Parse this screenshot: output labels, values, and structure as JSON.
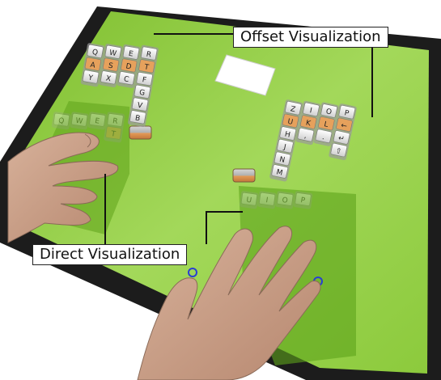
{
  "annotations": {
    "offset_visualization": "Offset Visualization",
    "direct_visualization": "Direct Visualization"
  },
  "keyboard_groups": {
    "offset_left": [
      [
        "Q",
        "A",
        "Y"
      ],
      [
        "W",
        "S",
        "X"
      ],
      [
        "E",
        "D",
        "C"
      ],
      [
        "R",
        "T",
        "F",
        "G",
        "V",
        "B"
      ]
    ],
    "offset_right": [
      [
        "Z",
        "U",
        "H",
        "J",
        "N",
        "M"
      ],
      [
        "I",
        "K",
        ","
      ],
      [
        "O",
        "L",
        "."
      ],
      [
        "P",
        "←",
        "↵",
        "⇧"
      ]
    ],
    "direct_left": [
      [
        "Q"
      ],
      [
        "W"
      ],
      [
        "E"
      ],
      [
        "R",
        "T"
      ]
    ],
    "direct_right": [
      [
        "U"
      ],
      [
        "I"
      ],
      [
        "O"
      ],
      [
        "P"
      ]
    ]
  },
  "colors": {
    "bezel": "#1c1c1c",
    "screen_green": "#8cc63f",
    "screen_green_light": "#a6d85a",
    "direct_panel_green": "#5ea31a",
    "key_face": "#f2f2f2",
    "key_highlight": "#e6a15c",
    "touch_ring": "#2a3fd1"
  },
  "icons": {
    "thumb_key": "toggle-key-icon",
    "touch_point": "touch-ring-icon",
    "note_panel": "blank-panel-icon"
  }
}
